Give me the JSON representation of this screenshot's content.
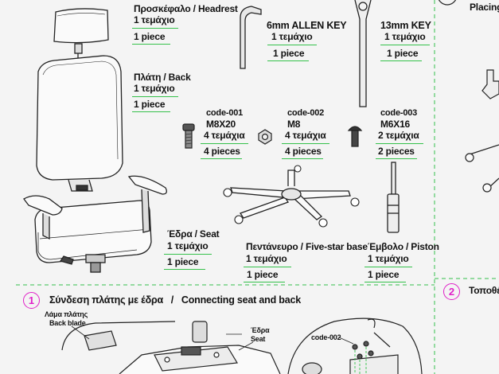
{
  "parts": {
    "headrest": {
      "name": "Προσκέφαλο / Headrest",
      "qty_gr": "1 τεμάχιο",
      "qty_en": "1 piece"
    },
    "back": {
      "name": "Πλάτη / Back",
      "qty_gr": "1 τεμάχιο",
      "qty_en": "1 piece"
    },
    "allen_key": {
      "name": "6mm ALLEN KEY",
      "qty_gr": "1 τεμάχιο",
      "qty_en": "1 piece"
    },
    "key13": {
      "name": "13mm KEY",
      "qty_gr": "1 τεμάχιο",
      "qty_en": "1 piece"
    },
    "code001": {
      "code": "code-001",
      "size": "M8X20",
      "qty_gr": "4 τεμάχια",
      "qty_en": "4 pieces"
    },
    "code002": {
      "code": "code-002",
      "size": "M8",
      "qty_gr": "4 τεμάχια",
      "qty_en": "4 pieces"
    },
    "code003": {
      "code": "code-003",
      "size": "M6X16",
      "qty_gr": "2 τεμάχια",
      "qty_en": "2 pieces"
    },
    "seat": {
      "name": "Έδρα / Seat",
      "qty_gr": "1 τεμάχιο",
      "qty_en": "1 piece"
    },
    "base": {
      "name": "Πεντάνευρο / Five-star base",
      "qty_gr": "1 τεμάχιο",
      "qty_en": "1 piece"
    },
    "piston": {
      "name": "Έμβολο / Piston",
      "qty_gr": "1 τεμάχιο",
      "qty_en": "1 piece"
    }
  },
  "right_top": {
    "title": "Placing"
  },
  "step1": {
    "number": "1",
    "title": "Σύνδεση πλάτης με έδρα   /   Connecting seat and back",
    "label_blade_1": "Λάμα πλάτης",
    "label_blade_2": "Back blade",
    "label_seat_1": "Έδρα",
    "label_seat_2": "Seat",
    "label_code": "code-002"
  },
  "step2": {
    "number": "2",
    "title": "Τοποθέ"
  },
  "colors": {
    "accent_green": "#35c14b",
    "step_magenta": "#e020c8",
    "line": "#222222"
  }
}
